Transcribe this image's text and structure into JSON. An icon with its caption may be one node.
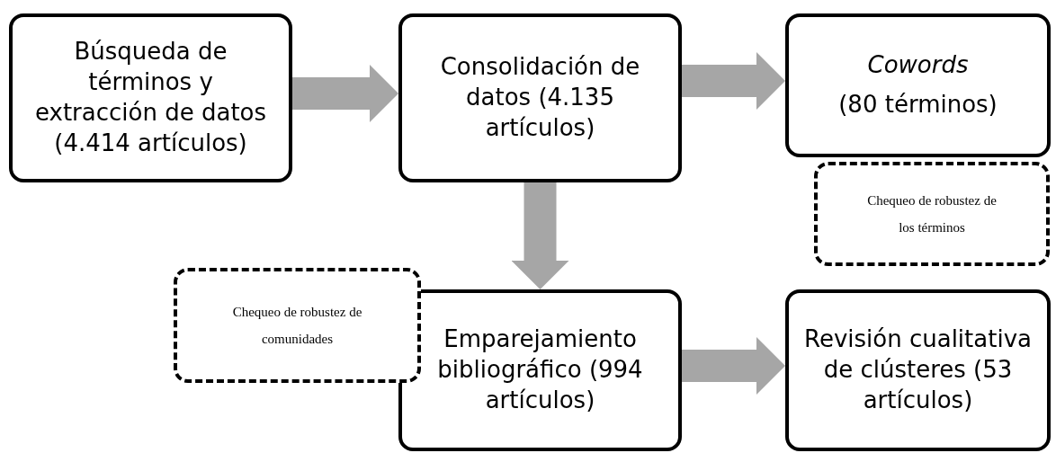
{
  "diagram": {
    "nodes": [
      {
        "text": [
          "Búsqueda de términos y extracción de datos (4.414 artículos)"
        ]
      },
      {
        "text": [
          "Consolidación de datos (4.135 artículos)"
        ]
      },
      {
        "text": [
          "*Cowords*",
          "(80 términos)"
        ]
      },
      {
        "text": [
          "Chequeo de robustez de los términos"
        ]
      },
      {
        "text": [
          "Emparejamiento bibliográfico (994 artículos)"
        ]
      },
      {
        "text": [
          "Chequeo de robustez de comunidades"
        ]
      },
      {
        "text": [
          "Revisión cualitativa de clústeres (53 artículos)"
        ]
      }
    ],
    "edges": [
      {
        "from": 0,
        "to": 1,
        "arrow": "to"
      },
      {
        "from": 1,
        "to": 2,
        "arrow": "to"
      },
      {
        "from": 1,
        "to": 4,
        "arrow": "to"
      },
      {
        "from": 4,
        "to": 6,
        "arrow": "to"
      }
    ]
  }
}
